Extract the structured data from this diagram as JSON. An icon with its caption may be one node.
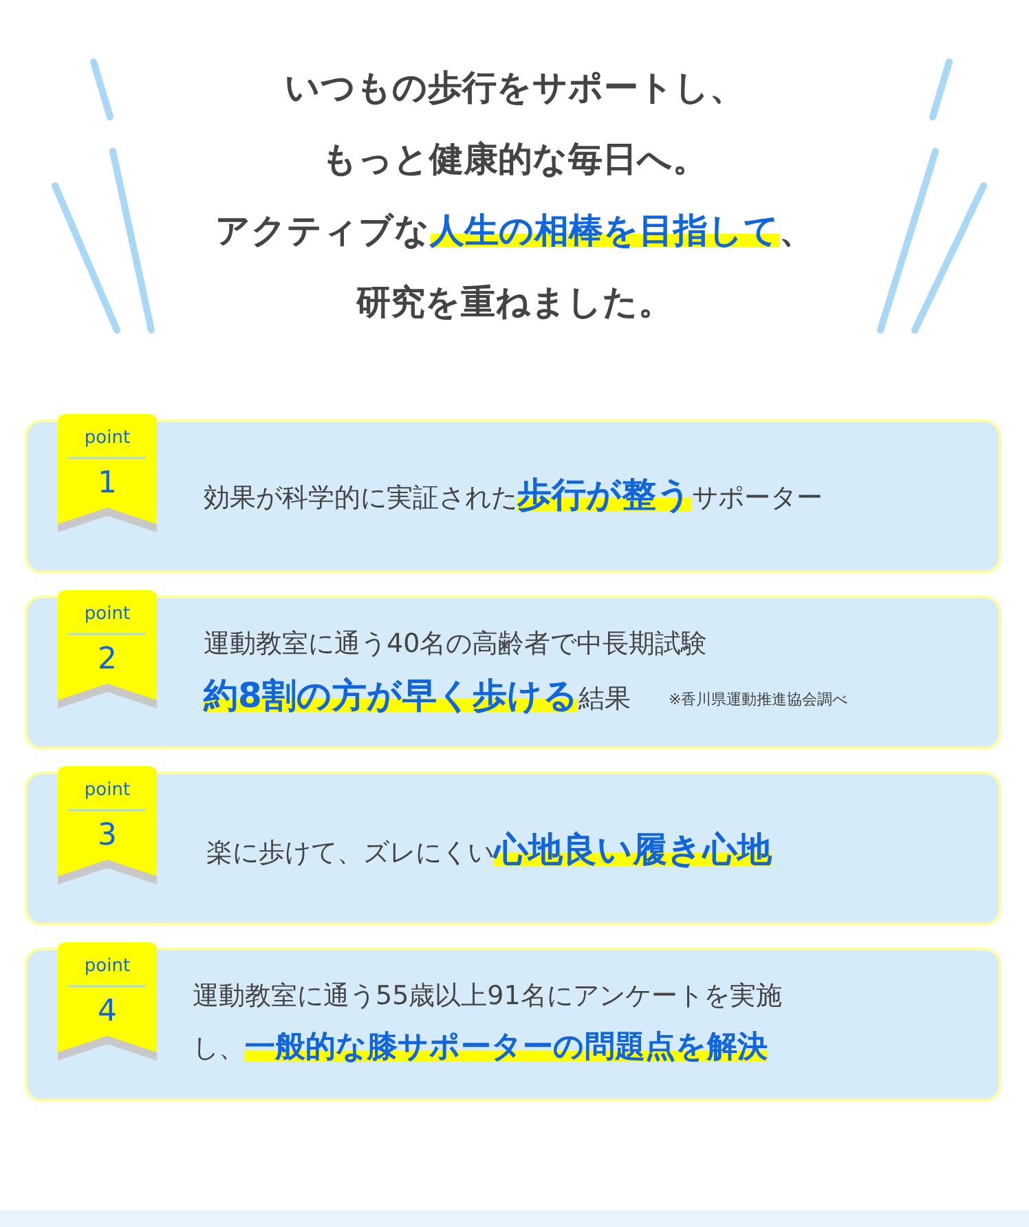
{
  "diagram": {
    "title": "いつもの歩行をサポートし、もっと健康的な毎日へ。アクティブな**人生の相棒を目指して**、研究を重ねました。",
    "nodes": [
      {
        "text": [
          "効果が科学的に実証された**歩行が整う**サポーター"
        ]
      },
      {
        "text": [
          "point",
          "1"
        ],
        "in": 0
      },
      {
        "text": [
          "運動教室に通う40名の高齢者で中長期試験**約8割の方が早く歩ける**結果",
          "※香川県運動推進協会調べ"
        ]
      },
      {
        "text": [
          "point",
          "2"
        ],
        "in": 2
      },
      {
        "text": [
          "楽に歩けて、ズレにくい**心地良い履き心地**"
        ]
      },
      {
        "text": [
          "point",
          "3"
        ],
        "in": 4
      },
      {
        "text": [
          "運動教室に通う55歳以上91名にアンケートを実施し、**一般的な膝サポーターの問題点を解決**"
        ]
      },
      {
        "text": [
          "point",
          "4"
        ],
        "in": 6
      }
    ],
    "edges": []
  }
}
